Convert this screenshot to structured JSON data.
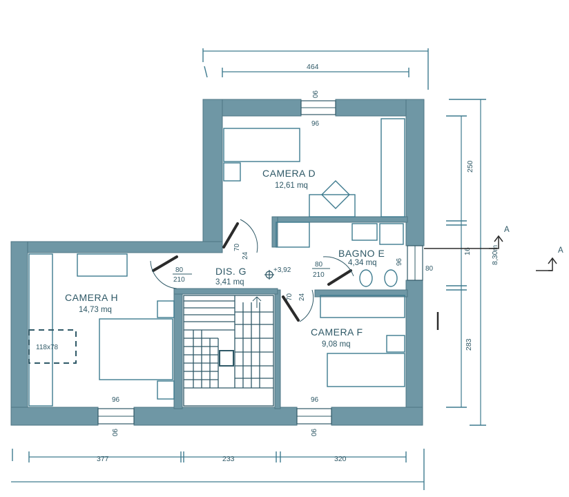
{
  "rooms": {
    "camera_d": {
      "name": "CAMERA D",
      "area": "12,61 mq"
    },
    "camera_h": {
      "name": "CAMERA H",
      "area": "14,73 mq"
    },
    "camera_f": {
      "name": "CAMERA F",
      "area": "9,08 mq"
    },
    "dis_g": {
      "name": "DIS. G",
      "area": "3,41 mq"
    },
    "bagno_e": {
      "name": "BAGNO E",
      "area": "4,34 mq"
    }
  },
  "dimensions": {
    "top_width": "464",
    "bottom_left": "377",
    "bottom_mid": "233",
    "bottom_right": "320",
    "right_top": "250",
    "right_mid": "16",
    "right_bottom": "283",
    "right_total": "8,30m"
  },
  "openings": {
    "window_top_label_1": "90",
    "window_top_label_2": "96",
    "window_bottom_left_label_1": "96",
    "window_bottom_left_label_2": "90",
    "window_bottom_right_label_1": "96",
    "window_bottom_right_label_2": "90",
    "door_h_w": "80",
    "door_h_h": "210",
    "door_e_w": "80",
    "door_e_h": "210",
    "door_d_label": "70",
    "door_d_label_2": "24",
    "door_f_label": "70",
    "door_f_label_2": "24",
    "bagno_window_label": "80",
    "bagno_window_label_2": "96",
    "closet_label": "118x78"
  },
  "level_mark": "+3,92",
  "section_marks": {
    "left": "A",
    "right": "A"
  }
}
